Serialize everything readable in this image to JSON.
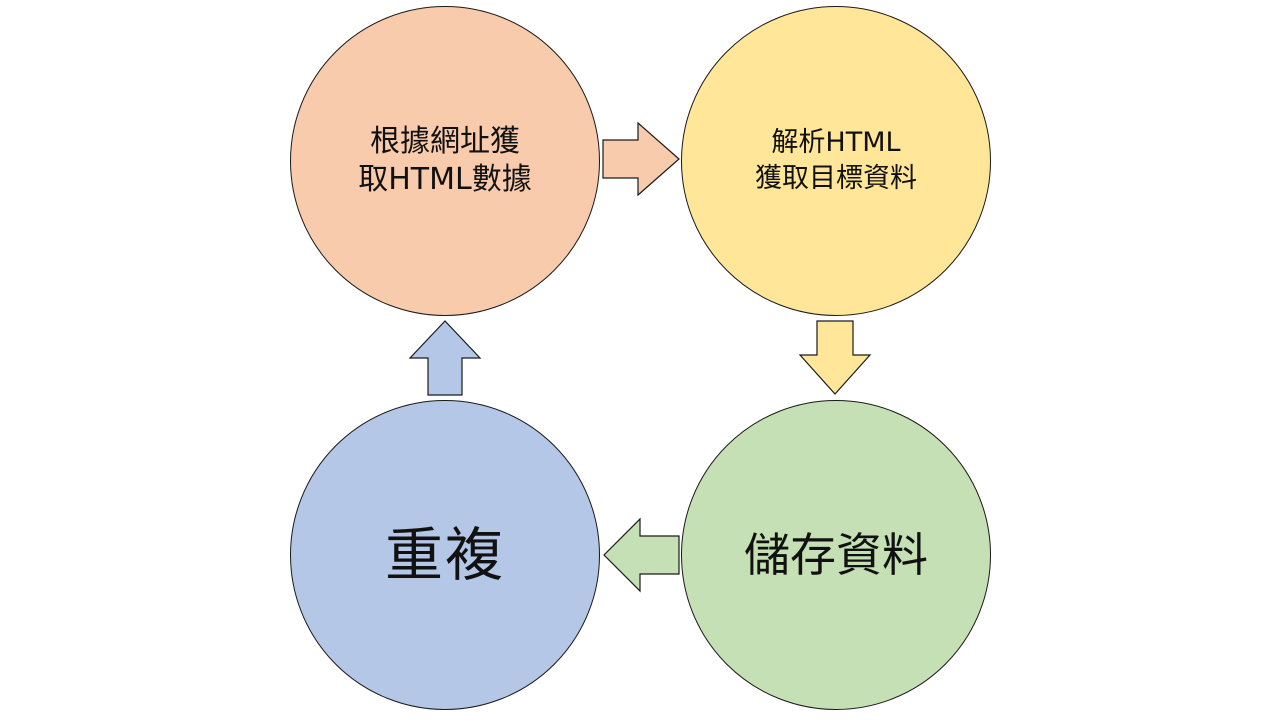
{
  "diagram": {
    "nodes": [
      {
        "id": "fetch",
        "lines": [
          "根據網址獲",
          "取HTML數據"
        ],
        "fill": "#F8CBAD"
      },
      {
        "id": "parse",
        "lines": [
          "解析HTML",
          "獲取目標資料"
        ],
        "fill": "#FFE699"
      },
      {
        "id": "store",
        "lines": [
          "儲存資料"
        ],
        "fill": "#C5E0B4"
      },
      {
        "id": "repeat",
        "lines": [
          "重複"
        ],
        "fill": "#B4C7E7"
      }
    ],
    "edges": [
      {
        "from": "fetch",
        "to": "parse",
        "direction": "right",
        "fill": "#F8CBAD"
      },
      {
        "from": "parse",
        "to": "store",
        "direction": "down",
        "fill": "#FFE699"
      },
      {
        "from": "store",
        "to": "repeat",
        "direction": "left",
        "fill": "#C5E0B4"
      },
      {
        "from": "repeat",
        "to": "fetch",
        "direction": "up",
        "fill": "#B4C7E7"
      }
    ],
    "outline_color": "#1a1a1a"
  }
}
